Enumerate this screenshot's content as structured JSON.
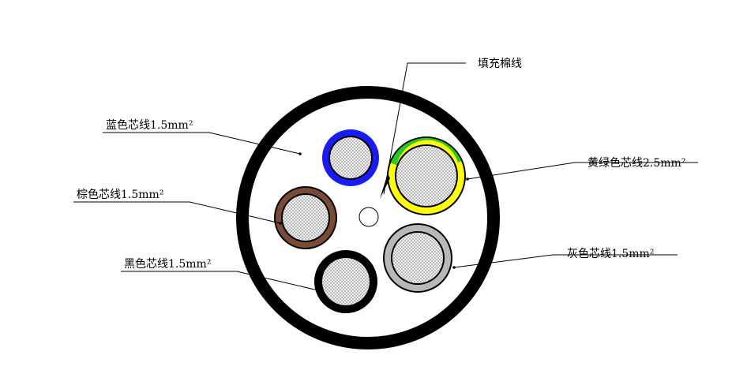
{
  "diagram": {
    "labels": {
      "filler": "填充棉线",
      "blue_core": "蓝色芯线1.5mm²",
      "brown_core": "棕色芯线1.5mm²",
      "black_core": "黑色芯线1.5mm²",
      "yellow_green_core": "黄绿色芯线2.5mm²",
      "grey_core": "灰色芯线1.5mm²"
    },
    "colors": {
      "sheath": "#000000",
      "blue": "#1a1aff",
      "brown": "#7a4a36",
      "black": "#000000",
      "yellow": "#ffff00",
      "green": "#22cc22",
      "grey": "#b8b8b8",
      "conductor_fill": "#eeeeee",
      "conductor_dots": "#444444"
    }
  }
}
